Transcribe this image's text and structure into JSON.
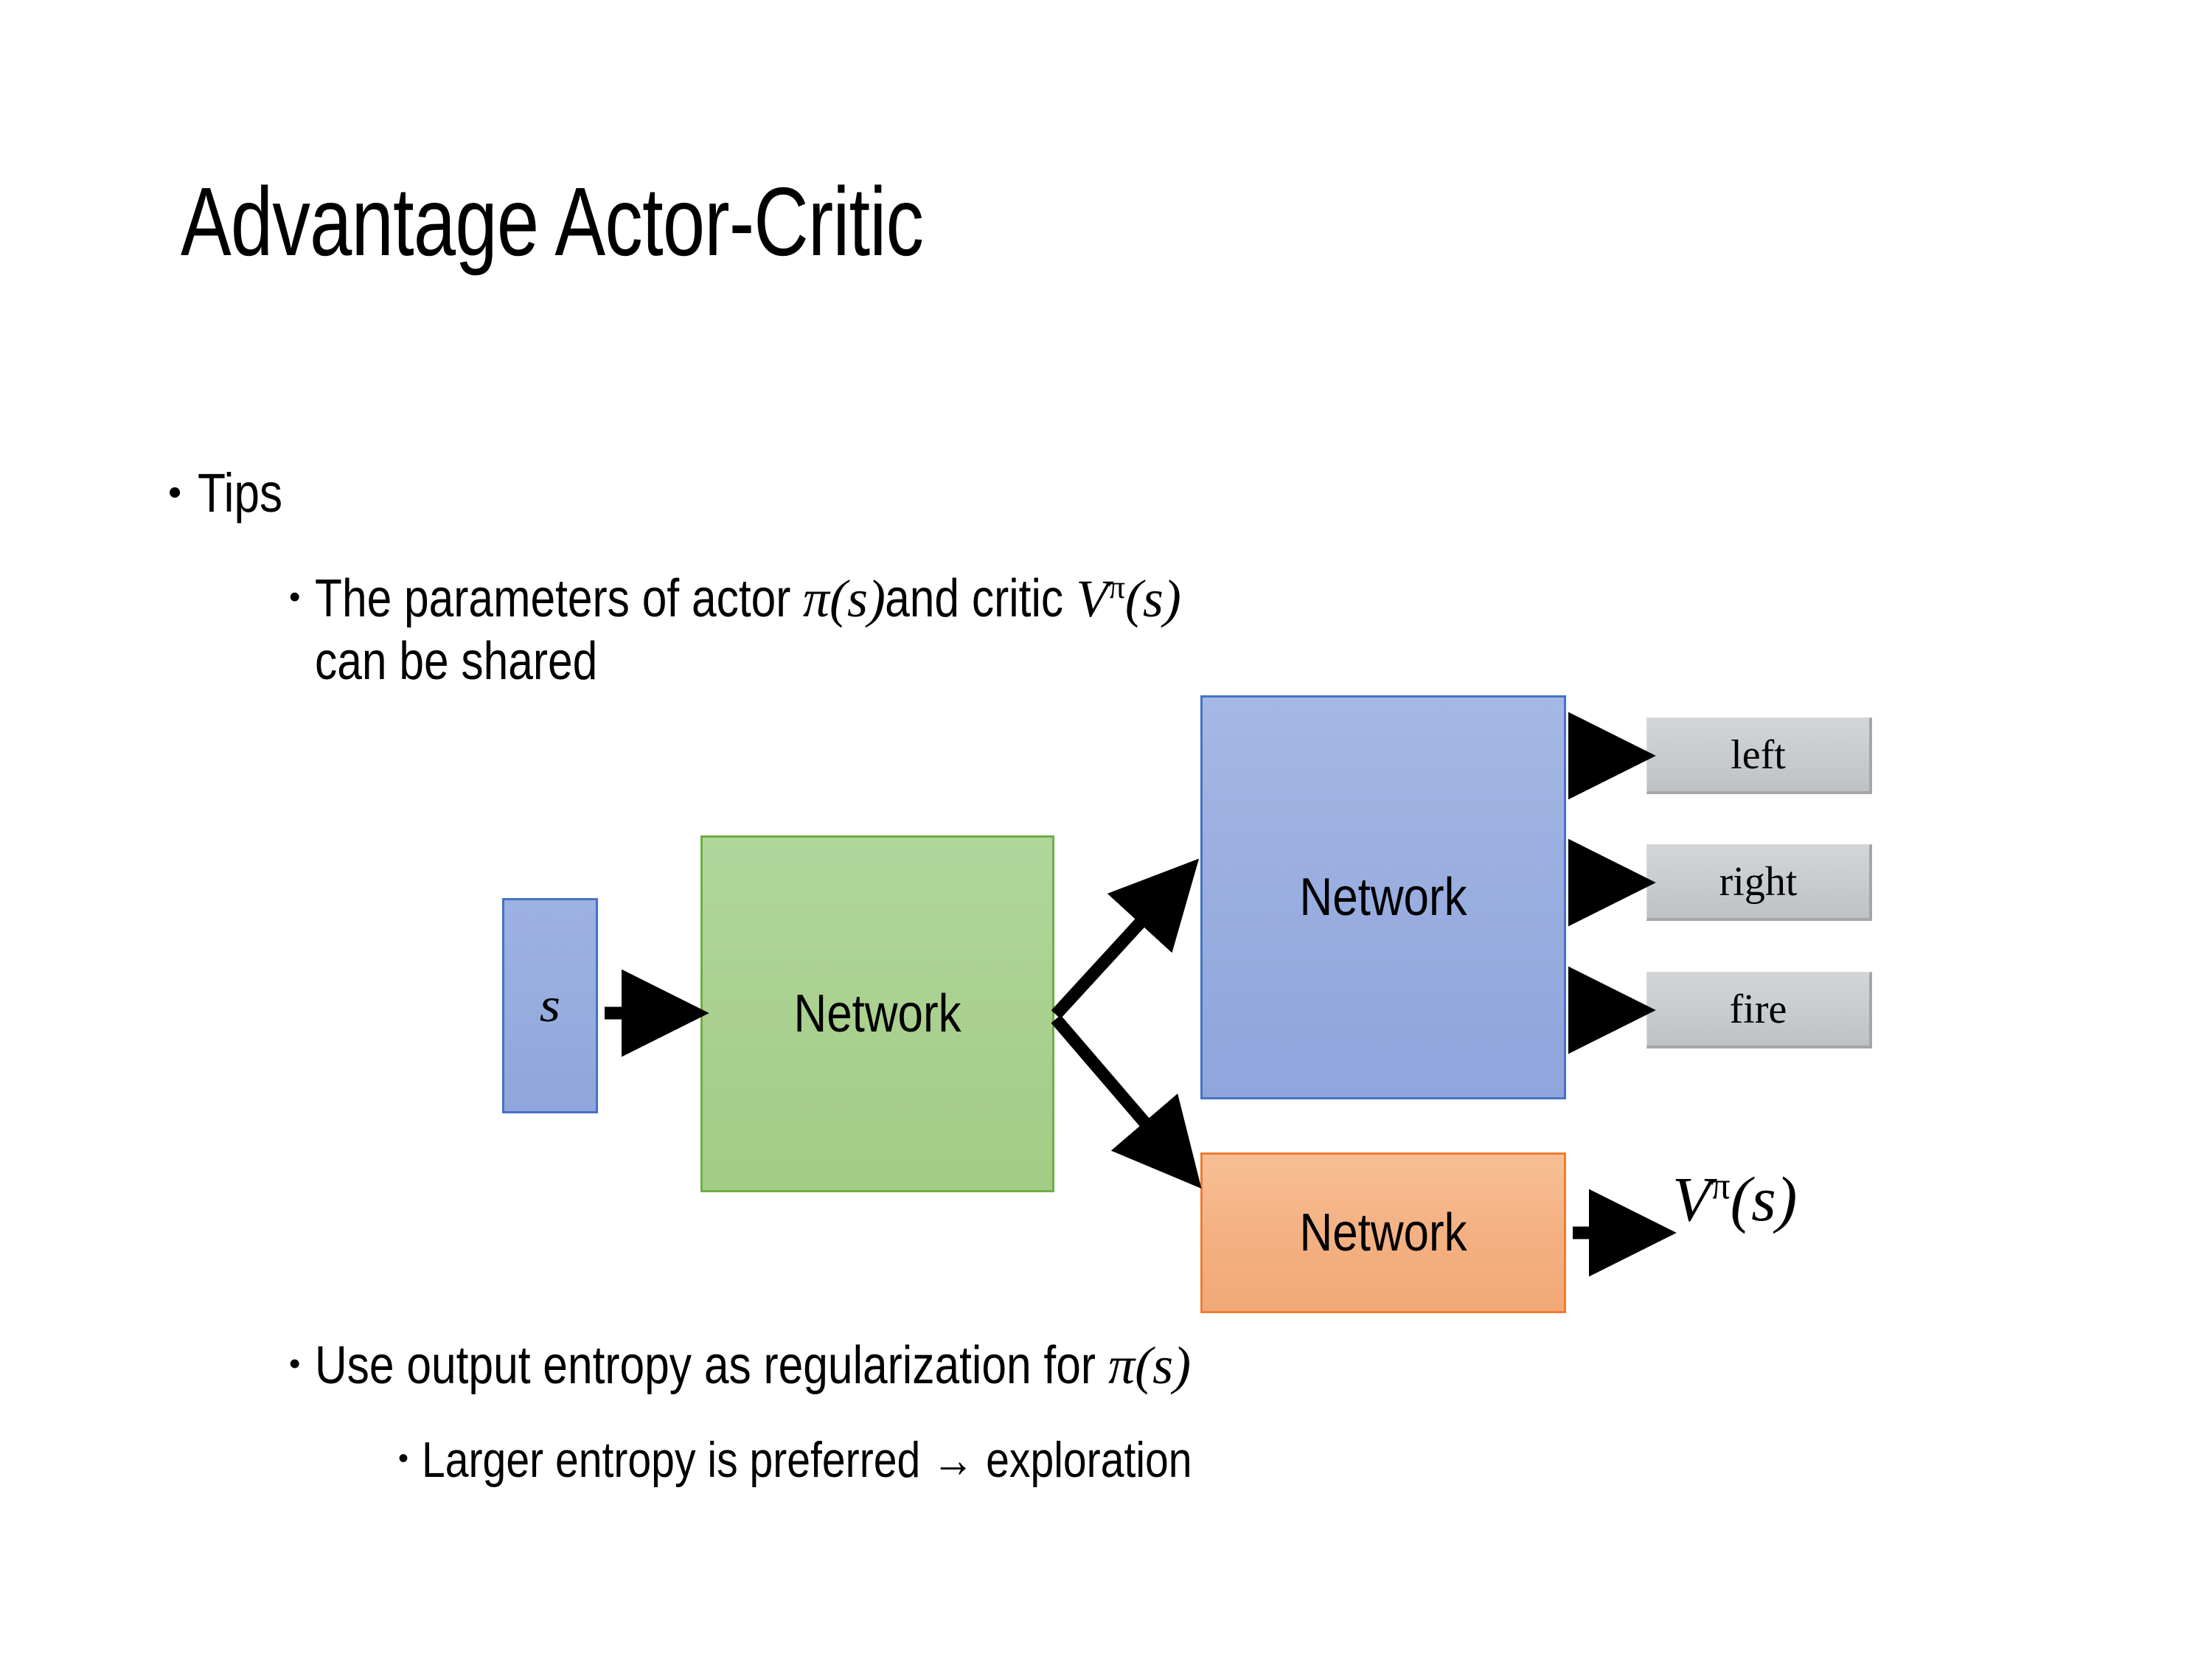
{
  "slide": {
    "title": "Advantage Actor-Critic",
    "background": "#ffffff"
  },
  "bullets": {
    "tips": {
      "marker": "•",
      "text": "Tips"
    },
    "parameters": {
      "marker": "•",
      "lead": "The parameters of actor ",
      "actor_math": "π(s)",
      "middle": "  and critic ",
      "critic_math_base": "V",
      "critic_math_sup": "π",
      "critic_math_arg": "(s)",
      "second_line": "can be shared",
      "full_text": "The parameters of actor π(s)  and critic Vπ(s) can be shared"
    },
    "entropy": {
      "marker": "•",
      "lead": "Use output entropy as regularization for ",
      "math": "π(s)",
      "full_text": "Use output entropy as regularization for π(s)"
    },
    "exploration": {
      "marker": "•",
      "text": "Larger entropy is preferred → exploration"
    }
  },
  "diagram": {
    "nodes": {
      "state": {
        "label": "s",
        "fill": "#97ACDF",
        "border": "#4472C4"
      },
      "shared_network": {
        "label": "Network",
        "fill": "#A9D08E",
        "border": "#70AD47"
      },
      "actor_network": {
        "label": "Network",
        "fill": "#9AAEE0",
        "border": "#4472C4"
      },
      "critic_network": {
        "label": "Network",
        "fill": "#F4B183",
        "border": "#ED7D31"
      }
    },
    "action_outputs": [
      {
        "label": "left",
        "fill": "#C8CBCD",
        "border": "#A6A6A6"
      },
      {
        "label": "right",
        "fill": "#C8CBCD",
        "border": "#A6A6A6"
      },
      {
        "label": "fire",
        "fill": "#C8CBCD",
        "border": "#A6A6A6"
      }
    ],
    "value_output": {
      "base": "V",
      "superscript": "π",
      "argument": "(s)",
      "full_text": "Vπ(s)"
    },
    "arrow_color": "#000000"
  }
}
